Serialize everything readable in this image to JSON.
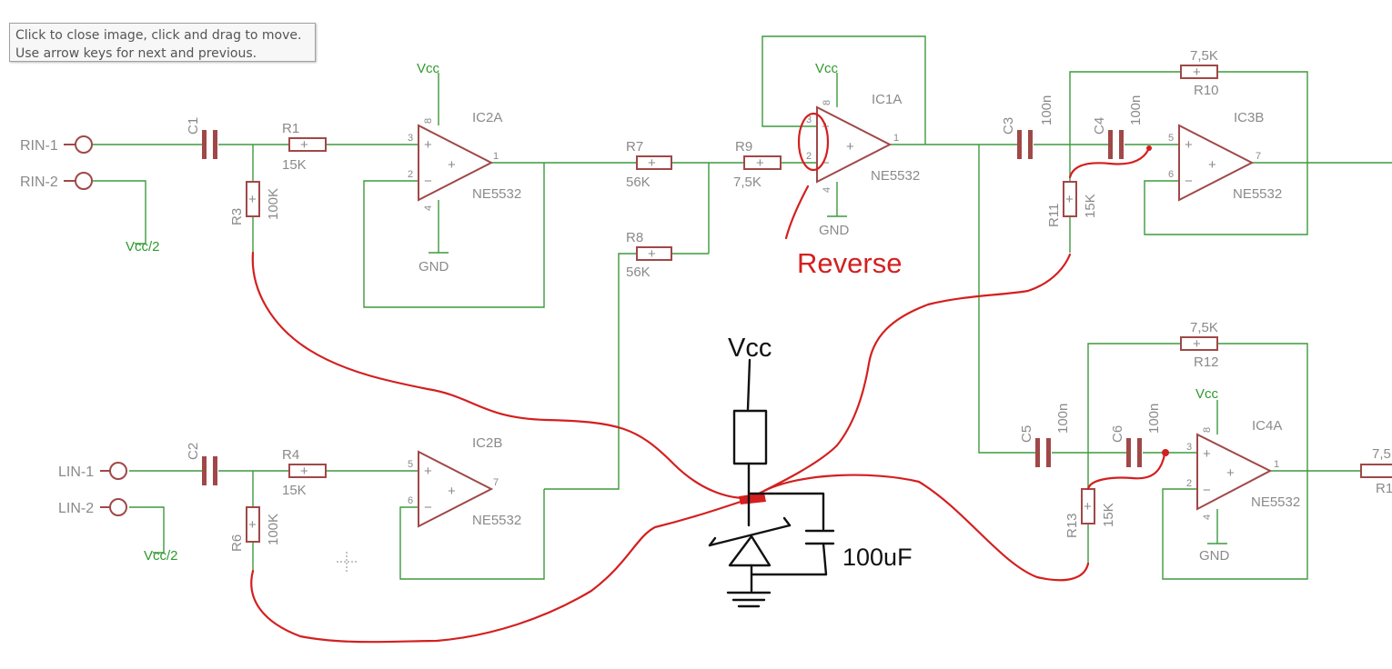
{
  "viewer": {
    "tooltip": "Click to close image, click and drag to move. Use arrow keys for next and previous."
  },
  "colors": {
    "wire": "#3d9a3d",
    "component": "#a04848",
    "label": "#8a8a8a",
    "annotation": "#d41f1f",
    "sketch": "#111111"
  },
  "schematic": {
    "inputs": [
      "RIN-1",
      "RIN-2",
      "LIN-1",
      "LIN-2"
    ],
    "supplies": {
      "vcc": "Vcc",
      "half": "Vcc/2",
      "gnd": "GND"
    },
    "opamps": [
      {
        "ref": "IC2A",
        "part": "NE5532",
        "pins": [
          "3",
          "2",
          "1",
          "8",
          "4"
        ]
      },
      {
        "ref": "IC2B",
        "part": "NE5532",
        "pins": [
          "5",
          "6",
          "7"
        ]
      },
      {
        "ref": "IC1A",
        "part": "NE5532",
        "pins": [
          "3",
          "2",
          "1",
          "8",
          "4"
        ]
      },
      {
        "ref": "IC3B",
        "part": "NE5532",
        "pins": [
          "5",
          "6",
          "7"
        ]
      },
      {
        "ref": "IC4A",
        "part": "NE5532",
        "pins": [
          "3",
          "2",
          "1",
          "8",
          "4"
        ]
      }
    ],
    "resistors": [
      {
        "ref": "R1",
        "value": "15K"
      },
      {
        "ref": "R3",
        "value": "100K"
      },
      {
        "ref": "R4",
        "value": "15K"
      },
      {
        "ref": "R6",
        "value": "100K"
      },
      {
        "ref": "R7",
        "value": "56K"
      },
      {
        "ref": "R8",
        "value": "56K"
      },
      {
        "ref": "R9",
        "value": "7,5K"
      },
      {
        "ref": "R10",
        "value": "7,5K"
      },
      {
        "ref": "R11",
        "value": "15K"
      },
      {
        "ref": "R12",
        "value": "7,5K"
      },
      {
        "ref": "R13",
        "value": "15K"
      },
      {
        "ref": "R1",
        "value": "7,5"
      }
    ],
    "capacitors": [
      {
        "ref": "C1",
        "value": ""
      },
      {
        "ref": "C2",
        "value": ""
      },
      {
        "ref": "C3",
        "value": "100n"
      },
      {
        "ref": "C4",
        "value": "100n"
      },
      {
        "ref": "C5",
        "value": "100n"
      },
      {
        "ref": "C6",
        "value": "100n"
      }
    ]
  },
  "annotations": {
    "reverse": "Reverse",
    "vcc": "Vcc",
    "cap": "100uF"
  }
}
